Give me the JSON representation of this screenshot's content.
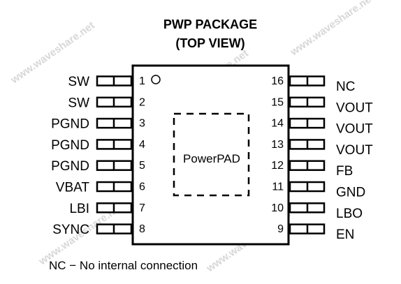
{
  "title_line1": "PWP PACKAGE",
  "title_line2": "(TOP VIEW)",
  "pad_label": "PowerPAD",
  "footnote": "NC − No internal connection",
  "watermark": "www.waveshare.net",
  "left_pins": [
    {
      "num": "1",
      "name": "SW"
    },
    {
      "num": "2",
      "name": "SW"
    },
    {
      "num": "3",
      "name": "PGND"
    },
    {
      "num": "4",
      "name": "PGND"
    },
    {
      "num": "5",
      "name": "PGND"
    },
    {
      "num": "6",
      "name": "VBAT"
    },
    {
      "num": "7",
      "name": "LBI"
    },
    {
      "num": "8",
      "name": "SYNC"
    }
  ],
  "right_pins": [
    {
      "num": "16",
      "name": "NC"
    },
    {
      "num": "15",
      "name": "VOUT"
    },
    {
      "num": "14",
      "name": "VOUT"
    },
    {
      "num": "13",
      "name": "VOUT"
    },
    {
      "num": "12",
      "name": "FB"
    },
    {
      "num": "11",
      "name": "GND"
    },
    {
      "num": "10",
      "name": "LBO"
    },
    {
      "num": "9",
      "name": "EN"
    }
  ]
}
